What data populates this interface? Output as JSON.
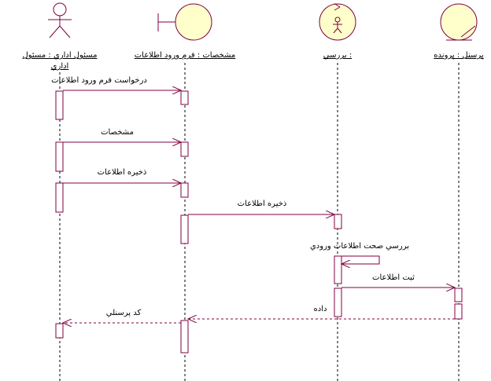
{
  "colors": {
    "line": "#800040",
    "object_fill": "#ffffcc",
    "text": "#000000"
  },
  "lifelines": [
    {
      "id": "actor",
      "icon": "actor-icon",
      "label_line1": "مسئول اداري : مسئول",
      "label_line2": "اداري"
    },
    {
      "id": "form",
      "icon": "boundary-icon",
      "label_line1": "مشخصات : فرم ورود اطلاعات"
    },
    {
      "id": "check",
      "icon": "control-icon",
      "label_line1": "بررسي :"
    },
    {
      "id": "record",
      "icon": "entity-icon",
      "label_line1": "پرسنل : پرونده"
    }
  ],
  "messages": [
    {
      "label": "درخواست فرم ورود اطلاعات",
      "style": "solid"
    },
    {
      "label": "مشخصات",
      "style": "solid"
    },
    {
      "label": "ذخيره اطلاعات",
      "style": "solid"
    },
    {
      "label": "ذخيره اطلاعات",
      "style": "solid"
    },
    {
      "label": "بررسي صحت اطلاعات ورودي",
      "style": "self"
    },
    {
      "label": "ثبت اطلاعات",
      "style": "solid"
    },
    {
      "label": "داده",
      "style": "dashed"
    },
    {
      "label": "كد پرسنلي",
      "style": "dashed"
    }
  ]
}
